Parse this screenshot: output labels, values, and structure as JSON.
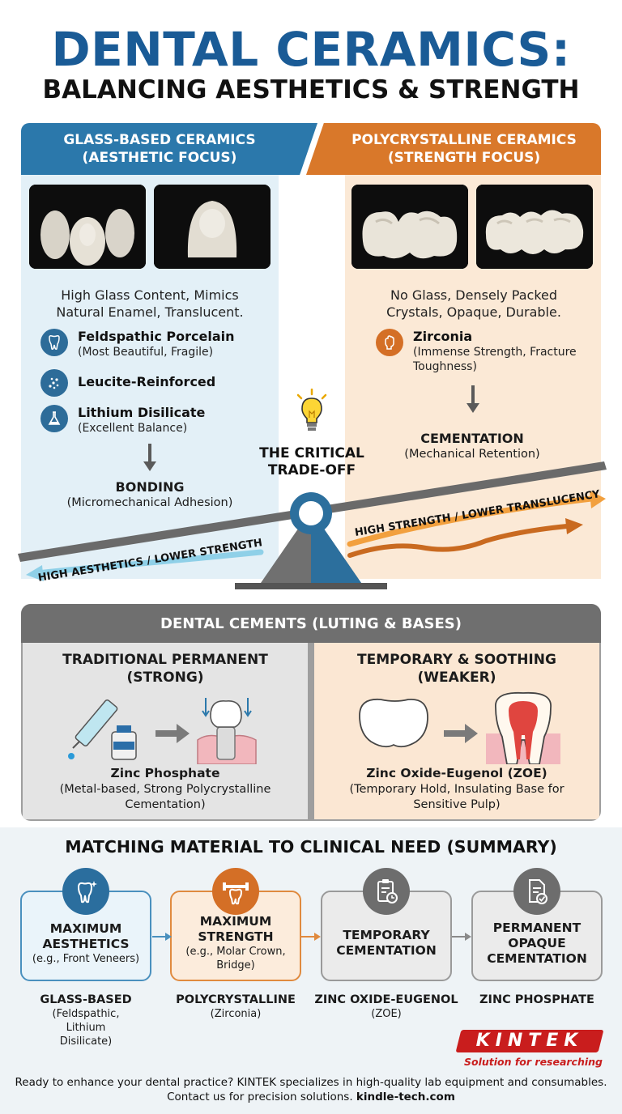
{
  "header": {
    "title": "DENTAL CERAMICS:",
    "subtitle": "BALANCING AESTHETICS & STRENGTH"
  },
  "glass": {
    "title_line1": "GLASS-BASED CERAMICS",
    "title_line2": "(AESTHETIC FOCUS)",
    "description": "High Glass Content, Mimics Natural Enamel, Translucent.",
    "items": [
      {
        "name": "Feldspathic Porcelain",
        "note": "(Most Beautiful, Fragile)",
        "icon": "tooth-icon"
      },
      {
        "name": "Leucite-Reinforced",
        "note": "",
        "icon": "crystal-icon"
      },
      {
        "name": "Lithium Disilicate",
        "note": "(Excellent Balance)",
        "icon": "flask-icon"
      }
    ],
    "method_name": "BONDING",
    "method_note": "(Micromechanical Adhesion)",
    "color": "#2b78ab"
  },
  "poly": {
    "title_line1": "POLYCRYSTALLINE CERAMICS",
    "title_line2": "(STRENGTH FOCUS)",
    "description": "No Glass, Densely Packed Crystals, Opaque, Durable.",
    "items": [
      {
        "name": "Zirconia",
        "note": "(Immense Strength, Fracture Toughness)",
        "icon": "fist-icon"
      }
    ],
    "method_name": "CEMENTATION",
    "method_note": "(Mechanical Retention)",
    "color": "#d9782a"
  },
  "tradeoff": {
    "label": "THE CRITICAL TRADE-OFF",
    "left_arrow": "HIGH AESTHETICS / LOWER STRENGTH",
    "right_arrow": "HIGH STRENGTH / LOWER TRANSLUCENCY"
  },
  "cements": {
    "heading": "DENTAL CEMENTS (LUTING & BASES)",
    "left": {
      "title": "TRADITIONAL PERMANENT (STRONG)",
      "name": "Zinc Phosphate",
      "note": "(Metal-based, Strong Polycrystalline Cementation)"
    },
    "right": {
      "title": "TEMPORARY & SOOTHING (WEAKER)",
      "name": "Zinc Oxide-Eugenol (ZOE)",
      "note": "(Temporary Hold, Insulating Base for Sensitive Pulp)"
    }
  },
  "summary": {
    "title": "MATCHING MATERIAL TO CLINICAL NEED (SUMMARY)",
    "cards": [
      {
        "title": "MAXIMUM AESTHETICS",
        "note": "(e.g., Front Veneers)",
        "label": "GLASS-BASED",
        "label_note": "(Feldspathic, Lithium Disilicate)",
        "icon": "sparkle-tooth-icon"
      },
      {
        "title": "MAXIMUM STRENGTH",
        "note": "(e.g., Molar Crown, Bridge)",
        "label": "POLYCRYSTALLINE",
        "label_note": "(Zirconia)",
        "icon": "dumbbell-tooth-icon"
      },
      {
        "title": "TEMPORARY CEMENTATION",
        "note": "",
        "label": "ZINC OXIDE-EUGENOL",
        "label_note": "(ZOE)",
        "icon": "clipboard-clock-icon"
      },
      {
        "title": "PERMANENT OPAQUE CEMENTATION",
        "note": "",
        "label": "ZINC PHOSPHATE",
        "label_note": "",
        "icon": "document-check-icon"
      }
    ]
  },
  "brand": {
    "logo": "KINTEK",
    "tagline": "Solution for researching"
  },
  "footer": {
    "line1": "Ready to enhance your dental practice? KINTEK specializes in high-quality lab equipment and consumables.",
    "line2_prefix": "Contact us for precision solutions.",
    "line2_link": "kindle-tech.com"
  }
}
